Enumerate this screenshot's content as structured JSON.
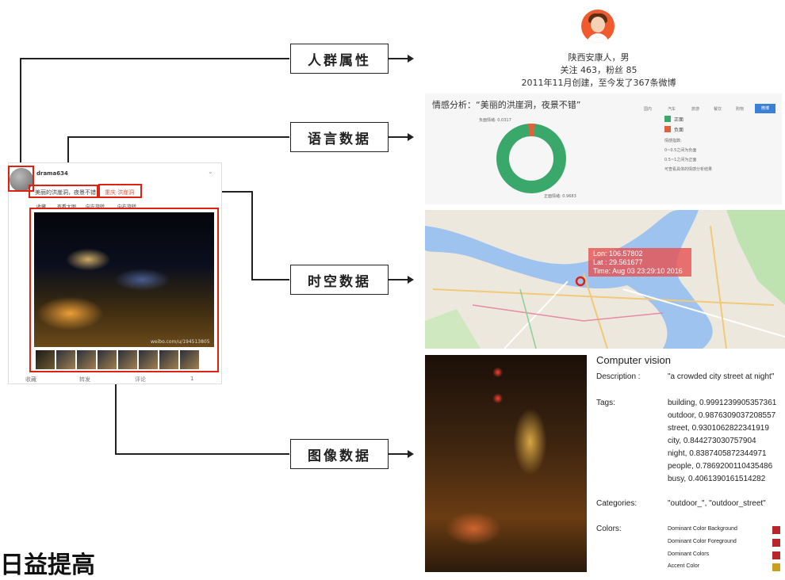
{
  "labels": {
    "crowd": "人群属性",
    "language": "语言数据",
    "spatiotemporal": "时空数据",
    "image": "图像数据"
  },
  "post": {
    "username": "drama634",
    "text": "美丽的洪崖洞，夜景不错",
    "location": "重庆·洪崖洞",
    "actions": [
      "收藏",
      "查看大图",
      "向左旋转",
      "向右旋转"
    ],
    "footer": [
      "收藏",
      "转发",
      "评论",
      "1"
    ],
    "watermark": "weibo.com/u/194513805"
  },
  "profile": {
    "line1": "陕西安康人，男",
    "line2": "关注 463，粉丝 85",
    "line3": "2011年11月创建，至今发了367条微博"
  },
  "sentiment": {
    "title": "情感分析：“美丽的洪崖洞，夜景不错”",
    "negative_label": "负面情绪: 0.0317",
    "positive_label": "正面情绪: 0.9683",
    "positive_share": 0.9683,
    "negative_share": 0.0317,
    "tabs": [
      "国内",
      "汽车",
      "旅游",
      "餐饮",
      "购物",
      "微博"
    ],
    "legend": [
      "正面",
      "负面"
    ],
    "legend_colors": [
      "#3aa86a",
      "#e0623a"
    ],
    "notes": [
      "情感指数:",
      "0~0.5之间为负面",
      "0.5~1之间为正面",
      "可查看具体的情感分析结果"
    ]
  },
  "map": {
    "lon": "Lon: 106.57802",
    "lat": "Lat : 29.561677",
    "time": "Time: Aug 03 23:29:10 2016"
  },
  "cv": {
    "title": "Computer vision",
    "description_label": "Description :",
    "description": "\"a crowded city street at night\"",
    "tags_label": "Tags:",
    "tags": [
      "building, 0.9991239905357361",
      "outdoor, 0.9876309037208557",
      "street, 0.9301062822341919",
      "city, 0.844273030757904",
      "night, 0.8387405872344971",
      "people, 0.7869200110435486",
      "busy, 0.4061390161514282"
    ],
    "categories_label": "Categories:",
    "categories": "\"outdoor_\", \"outdoor_street\"",
    "colors_label": "Colors:",
    "color_rows": [
      {
        "label": "Dominant Color Background",
        "color": "#b8262a"
      },
      {
        "label": "Dominant Color Foreground",
        "color": "#b8262a"
      },
      {
        "label": "Dominant Colors",
        "color": "#b8262a"
      },
      {
        "label": "Accent Color",
        "color": "#c8a020"
      }
    ]
  },
  "footer_text": "日益提高"
}
